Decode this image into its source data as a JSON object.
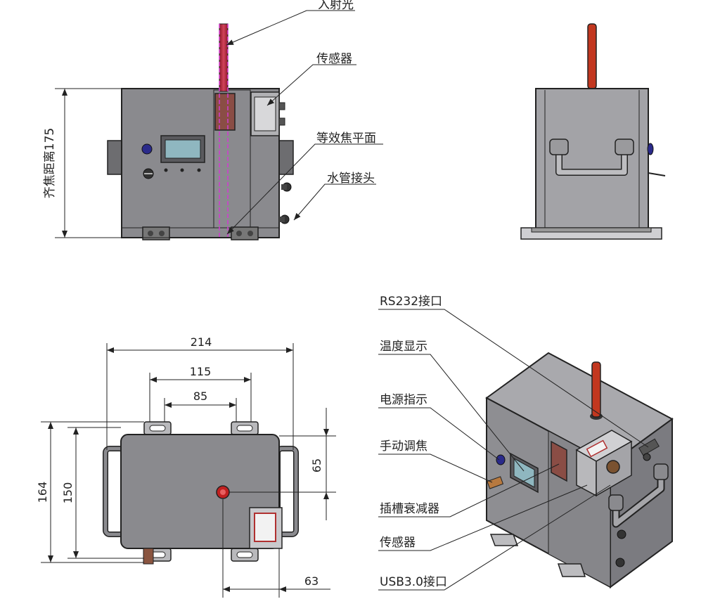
{
  "labels": {
    "incident_light": "入射光",
    "sensor": "传感器",
    "equiv_focal_plane": "等效焦平面",
    "water_connector": "水管接头",
    "focus_distance": "齐焦距离175",
    "rs232": "RS232接口",
    "temperature": "温度显示",
    "power": "电源指示",
    "manual_focus": "手动调焦",
    "slot_attenuator": "插槽衰减器",
    "sensor2": "传感器",
    "usb": "USB3.0接口"
  },
  "dimensions": {
    "w214": "214",
    "w115": "115",
    "w85": "85",
    "h164": "164",
    "h150": "150",
    "h65": "65",
    "w63": "63"
  }
}
